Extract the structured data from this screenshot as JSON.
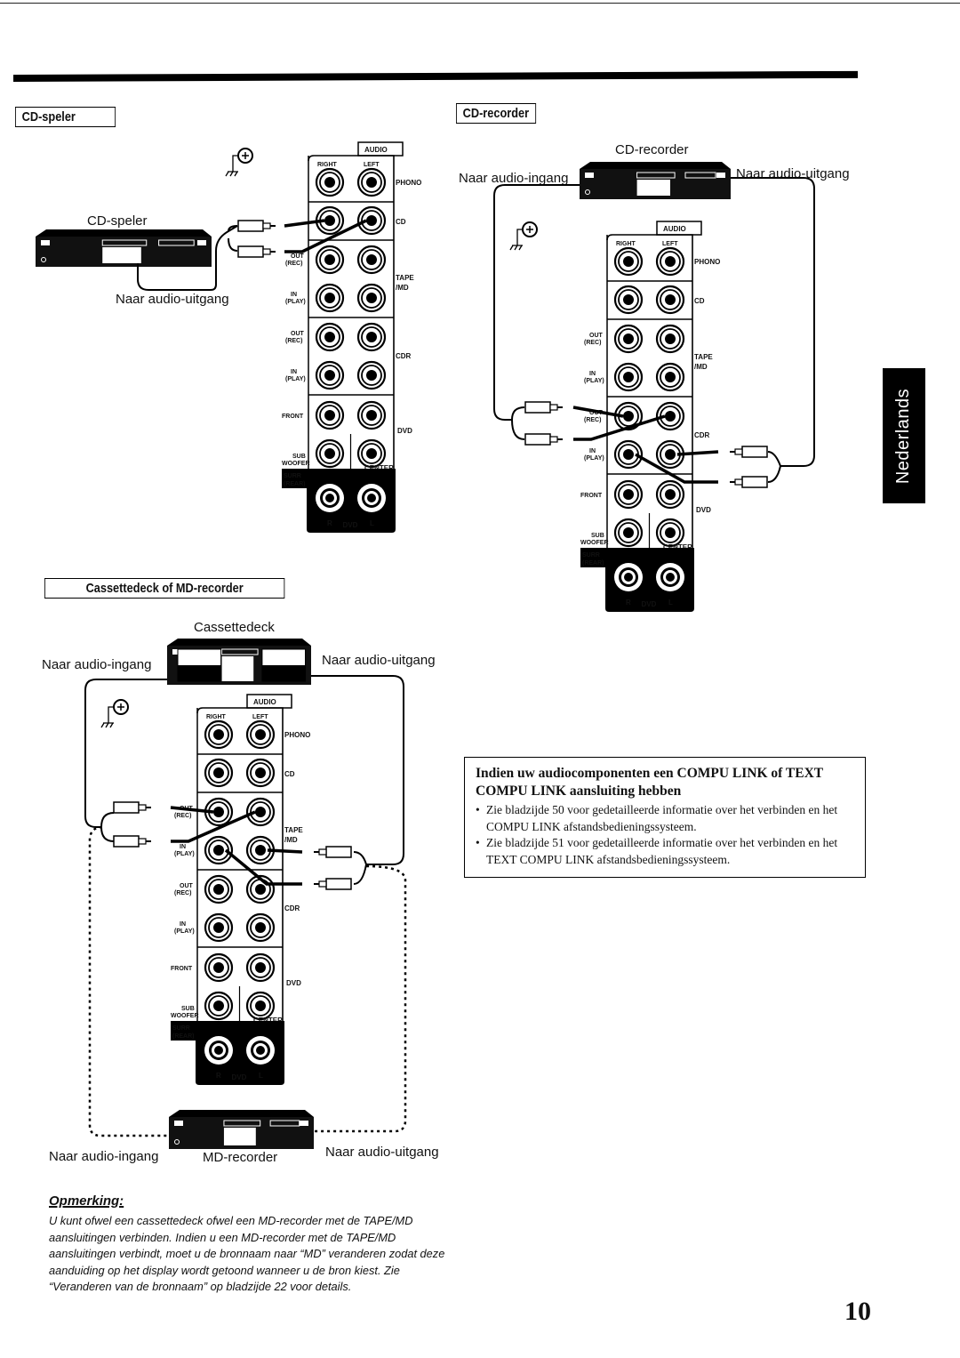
{
  "page": {
    "number": "10",
    "language_tab": "Nederlands"
  },
  "jack_panel": {
    "header": "AUDIO",
    "col_right": "RIGHT",
    "col_left": "LEFT",
    "groups": {
      "phono": "PHONO",
      "cd": "CD",
      "tape_md_line1": "TAPE",
      "tape_md_line2": "/MD",
      "cdr": "CDR",
      "dvd": "DVD",
      "center": "CENTER"
    },
    "row_labels": {
      "out_rec_1": "OUT",
      "out_rec_2": "(REC)",
      "in_play_1": "IN",
      "in_play_2": "(PLAY)",
      "front": "FRONT",
      "sub_1": "SUB",
      "sub_2": "WOOFER",
      "surr_1": "SURR",
      "surr_2": "(REAR)",
      "dvd_r": "R",
      "dvd_l": "L",
      "dvd_bottom": "DVD"
    }
  },
  "sections": {
    "cd_player": {
      "title": "CD-speler",
      "device_label": "CD-speler",
      "output_label": "Naar audio-uitgang",
      "connects_to": "CD"
    },
    "cd_recorder": {
      "title": "CD-recorder",
      "device_label": "CD-recorder",
      "input_label": "Naar audio-ingang",
      "output_label": "Naar audio-uitgang",
      "connects_to": "CDR"
    },
    "cassette_md": {
      "title": "Cassettedeck of MD-recorder",
      "device_label": "Cassettedeck",
      "input_label": "Naar audio-ingang",
      "output_label": "Naar audio-uitgang",
      "alt_device_label": "MD-recorder",
      "alt_input_label": "Naar audio-ingang",
      "alt_output_label": "Naar audio-uitgang",
      "connects_to": "TAPE/MD"
    }
  },
  "info_box": {
    "heading": "Indien uw audiocomponenten een COMPU LINK of TEXT COMPU LINK aansluiting hebben",
    "bullets": [
      "Zie bladzijde 50 voor gedetailleerde informatie over het verbinden en het COMPU LINK afstandsbedieningssysteem.",
      "Zie bladzijde 51 voor gedetailleerde informatie over het verbinden en het TEXT COMPU LINK afstandsbedieningssysteem."
    ]
  },
  "note": {
    "title": "Opmerking:",
    "body": "U kunt ofwel een cassettedeck ofwel een MD-recorder met de TAPE/MD aansluitingen verbinden. Indien u een MD-recorder met de TAPE/MD aansluitingen verbindt, moet u de bronnaam naar “MD” veranderen zodat deze aanduiding op het display wordt getoond wanneer u de bron kiest. Zie “Veranderen van de bronnaam” op bladzijde 22 voor details."
  },
  "icons": {
    "ground": "ground-screw-icon",
    "rca_plug": "rca-plug-icon",
    "jack": "rca-jack-icon"
  }
}
